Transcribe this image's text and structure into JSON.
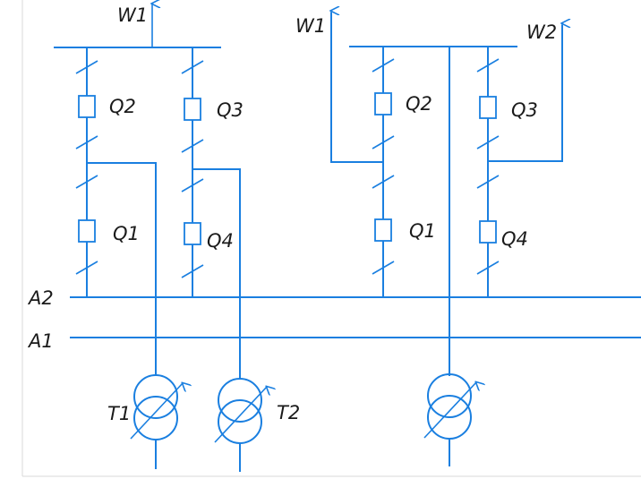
{
  "colors": {
    "line": "#1a7fe0",
    "text": "#1a1a1a"
  },
  "labels": {
    "bus_a2": "A2",
    "bus_a1": "A1",
    "left": {
      "feeder": "W1",
      "q2": "Q2",
      "q3": "Q3",
      "q1": "Q1",
      "q4": "Q4",
      "t1": "T1",
      "t2": "T2"
    },
    "right": {
      "feeder_w1": "W1",
      "feeder_w2": "W2",
      "q2": "Q2",
      "q3": "Q3",
      "q1": "Q1",
      "q4": "Q4"
    }
  }
}
